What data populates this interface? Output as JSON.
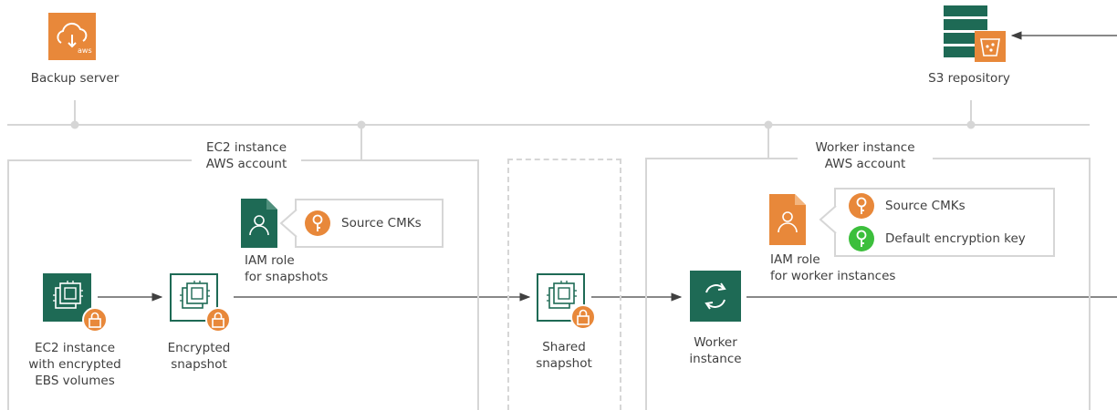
{
  "nodes": {
    "backup_server": "Backup server",
    "s3_repository": "S3 repository",
    "ec2_instance": [
      "EC2 instance",
      "with encrypted",
      "EBS volumes"
    ],
    "encrypted_snapshot": [
      "Encrypted",
      "snapshot"
    ],
    "shared_snapshot": [
      "Shared",
      "snapshot"
    ],
    "worker_instance": [
      "Worker",
      "instance"
    ],
    "iam_role_snapshots": [
      "IAM role",
      "for snapshots"
    ],
    "iam_role_workers": [
      "IAM role",
      "for worker instances"
    ]
  },
  "boxes": {
    "ec2_account": [
      "EC2 instance",
      "AWS account"
    ],
    "worker_account": [
      "Worker instance",
      "AWS account"
    ]
  },
  "keys": {
    "left_source_cmks": "Source CMKs",
    "right_source_cmks": "Source CMKs",
    "default_key": "Default encryption key"
  },
  "colors": {
    "aws_orange": "#e8883a",
    "dark_green": "#1e6a55",
    "key_green": "#3cbf3c",
    "line_gray": "#d6d6d6",
    "arrow": "#404040"
  },
  "icons": [
    "aws-cloud-icon",
    "database-bucket-icon",
    "ec2-chip-icon",
    "snapshot-icon",
    "lock-icon",
    "document-user-icon",
    "key-icon",
    "refresh-icon"
  ]
}
